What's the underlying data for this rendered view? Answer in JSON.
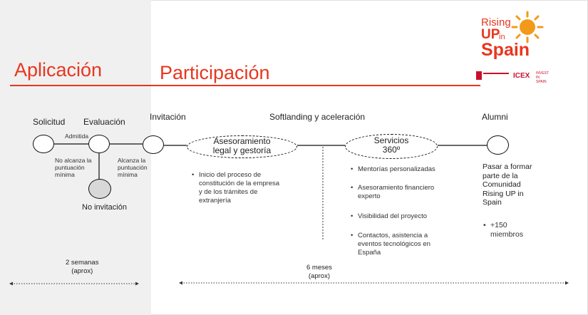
{
  "header": {
    "aplicacion": "Aplicación",
    "participacion": "Participación"
  },
  "logo": {
    "line1": "Rising",
    "line2": "UP",
    "line2b": "in",
    "line3": "Spain",
    "icex": "ICEX",
    "invest": "INVEST IN SPAIN",
    "sun_icon": "sun-icon",
    "colors": {
      "brand": "#e8361e",
      "sun": "#f39a1b"
    }
  },
  "stages": {
    "solicitud": "Solicitud",
    "evaluacion": "Evaluación",
    "invitacion": "Invitación",
    "softlanding": "Softlanding y aceleración",
    "alumni": "Alumni"
  },
  "labels": {
    "admitida": "Admitida",
    "no_alcanza_1": [
      "No alcanza la",
      "puntuación",
      "mínima"
    ],
    "alcanza": [
      "Alcanza la",
      "puntuación",
      "mínima"
    ],
    "no_invitacion": "No invitación"
  },
  "asesoramiento": {
    "title_1": "Asesoramiento",
    "title_2": "legal y gestoría",
    "bullets": [
      "Inicio del proceso de",
      "constitución de la empresa",
      "y de los trámites de",
      "extranjería"
    ]
  },
  "servicios": {
    "title_1": "Servicios",
    "title_2": "360º",
    "bullets": [
      [
        "Mentorías personalizadas"
      ],
      [
        "Asesoramiento financiero",
        "experto"
      ],
      [
        "Visibilidad del proyecto"
      ],
      [
        "Contactos, asistencia a",
        "eventos tecnológicos en",
        "España"
      ]
    ]
  },
  "alumni": {
    "text": [
      "Pasar a formar",
      "parte de la",
      "Comunidad",
      "Rising UP in",
      "Spain"
    ],
    "bullet": [
      "+150",
      "miembros"
    ]
  },
  "durations": {
    "short_1": "2 semanas",
    "short_2": "(aprox)",
    "long_1": "6 meses",
    "long_2": "(aprox)"
  }
}
